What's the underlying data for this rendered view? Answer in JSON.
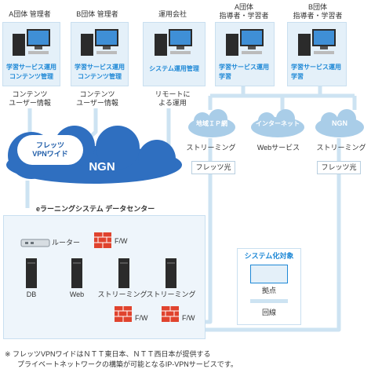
{
  "clients": [
    {
      "title": "A団体 管理者",
      "line1": "学習サービス運用",
      "line2": "コンテンツ管理",
      "service": "コンテンツ\nユーザー情報"
    },
    {
      "title": "B団体 管理者",
      "line1": "学習サービス運用",
      "line2": "コンテンツ管理",
      "service": "コンテンツ\nユーザー情報"
    },
    {
      "title": "運用会社",
      "line1": "システム運用管理",
      "line2": "",
      "service": "リモートに\nよる運用"
    },
    {
      "title": "A団体\n指導者・学習者",
      "line1": "学習サービス運用",
      "line2": "学習",
      "service": ""
    },
    {
      "title": "B団体\n指導者・学習者",
      "line1": "学習サービス運用",
      "line2": "学習",
      "service": ""
    }
  ],
  "clouds": {
    "regional_ip": "地域ＩＰ網",
    "internet": "インターネット",
    "ngn_small": "NGN",
    "flets_vpn": "フレッツ\nVPNワイド",
    "ngn_big": "NGN"
  },
  "cloud_captions": {
    "regional_ip": "ストリーミング",
    "internet": "Webサービス",
    "ngn_small": "ストリーミング",
    "flets_hikari_1": "フレッツ光",
    "flets_hikari_2": "フレッツ光"
  },
  "datacenter": {
    "title": "eラーニングシステム データセンター",
    "router": "ルーター",
    "fw_main": "F/W",
    "servers": [
      "DB",
      "Web",
      "ストリーミング",
      "ストリーミング"
    ],
    "fw_left": "F/W",
    "fw_right": "F/W"
  },
  "legend": {
    "title": "システム化対象",
    "node": "拠点",
    "line": "回線"
  },
  "footnote": {
    "line1": "※ フレッツVPNワイドはＮＴＴ東日本、ＮＴＴ西日本が提供する",
    "line2": "プライベートネットワークの構築が可能となるIP-VPNサービスです。"
  },
  "colors": {
    "wire": "#cde3f2",
    "cloud_dark": "#2f6fc0",
    "cloud_light": "#a9cde8",
    "card": "#e4f0f9",
    "accent_text": "#1e88d6",
    "firewall": "#e0432e",
    "datacenter_bg": "#eef5fb"
  }
}
